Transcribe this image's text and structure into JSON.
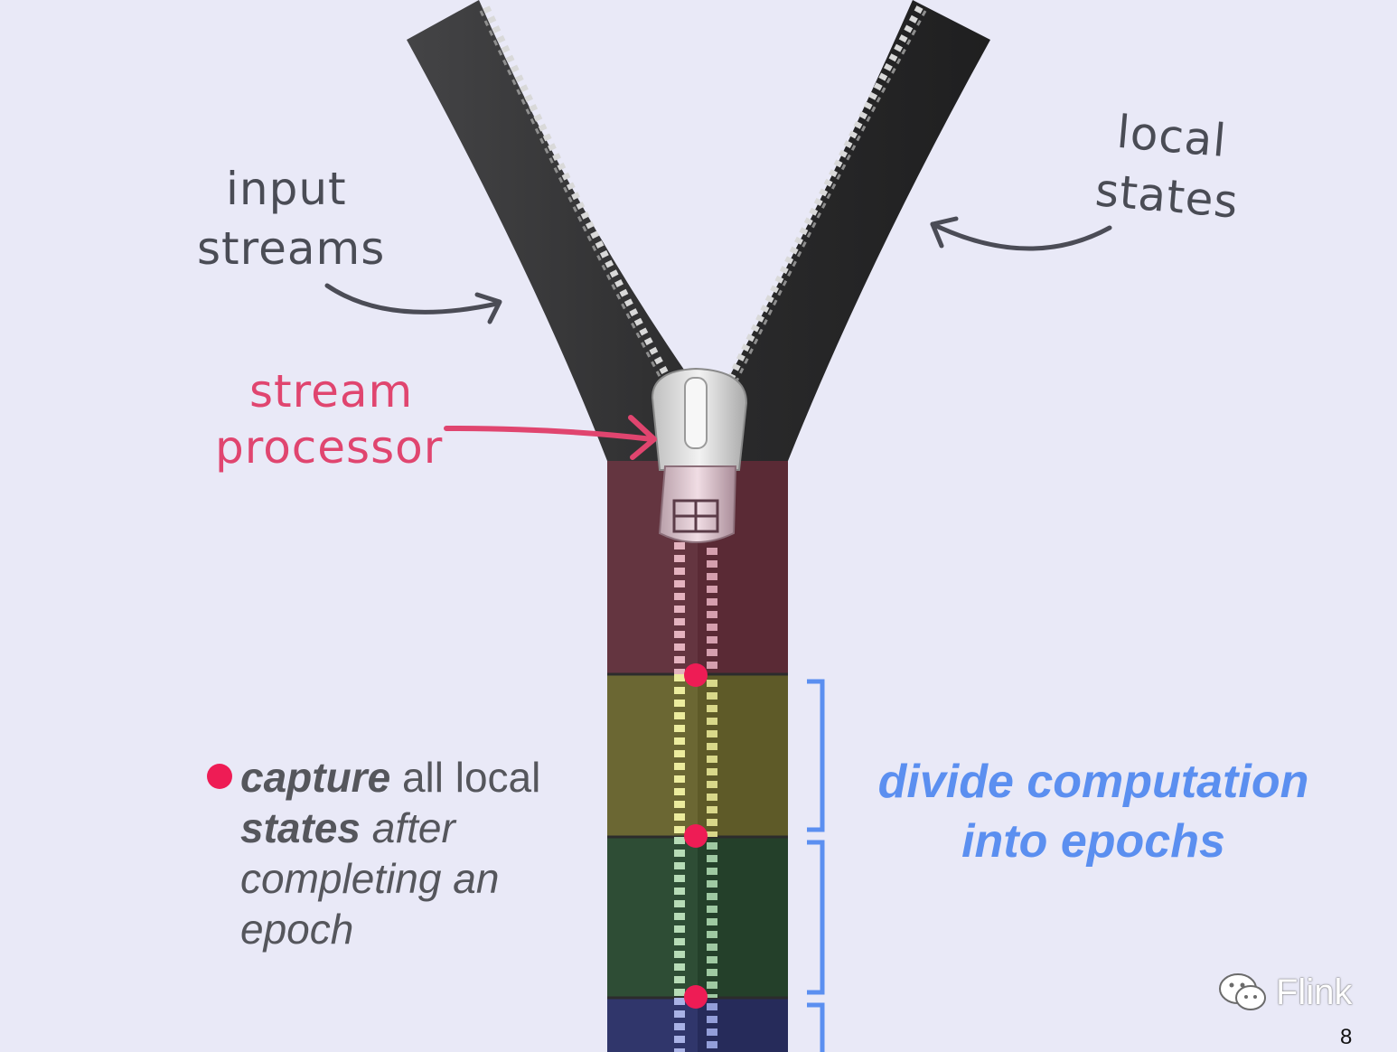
{
  "labels": {
    "input_streams": [
      "input",
      "streams"
    ],
    "local_states": [
      "local",
      "states"
    ],
    "stream_processor": [
      "stream",
      "processor"
    ]
  },
  "bullet": {
    "strong1": "capture",
    "text1": " all local ",
    "strong2": "states",
    "em1": " after completing an epoch"
  },
  "title": {
    "line1": "divide computation",
    "line2": "into epochs"
  },
  "watermark": {
    "text": "Flink",
    "icon": "wechat-icon"
  },
  "page_number": "8",
  "colors": {
    "background": "#e9e9f7",
    "tape": "#2f2f30",
    "epoch_red": "#5a2a35",
    "epoch_olive": "#5e5a28",
    "epoch_green": "#24402a",
    "epoch_blue": "#262b5a",
    "checkpoint": "#ee1c55",
    "accent_blue": "#5b8ff0",
    "accent_pink": "#e0456f"
  }
}
